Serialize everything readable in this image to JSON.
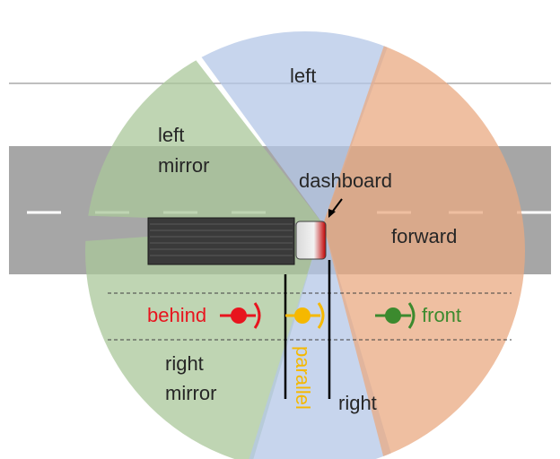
{
  "labels": {
    "left": "left",
    "left_mirror_line1": "left",
    "left_mirror_line2": "mirror",
    "dashboard": "dashboard",
    "forward": "forward",
    "behind": "behind",
    "parallel": "parallel",
    "front": "front",
    "right_mirror_line1": "right",
    "right_mirror_line2": "mirror",
    "right": "right"
  },
  "colors": {
    "left_zone": "#b4c7e7",
    "left_mirror_zone": "#a9c79a",
    "right_mirror_zone": "#a9c79a",
    "forward_zone": "#e9a981",
    "right_zone": "#b4c7e7",
    "road": "#a6a6a6",
    "behind_marker": "#e8141e",
    "parallel_marker": "#f5b800",
    "front_marker": "#3c8a2e",
    "text": "#262626"
  }
}
